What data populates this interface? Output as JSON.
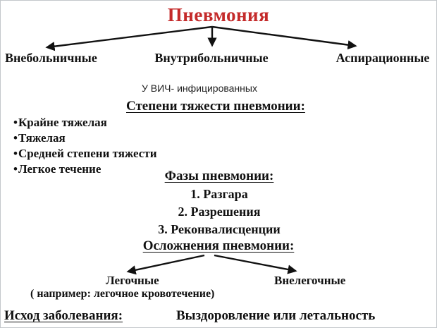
{
  "title": "Пневмония",
  "title_color": "#c42a2a",
  "arrow_color": "#111111",
  "top_branches": {
    "0": "Внебольничные",
    "1": "Внутрибольничные",
    "2": "Аспирационные"
  },
  "hiv_note": "У ВИЧ- инфицированных",
  "severity": {
    "heading": "Степени тяжести пневмонии:",
    "items": {
      "0": "Крайне тяжелая",
      "1": "Тяжелая",
      "2": "Средней степени тяжести",
      "3": "Легкое течение"
    }
  },
  "phases": {
    "heading": "Фазы пневмонии:",
    "items": {
      "0": "1. Разгара",
      "1": "2. Разрешения",
      "2": "3. Реконвалисценции"
    }
  },
  "complications": {
    "heading": "Осложнения пневмонии:",
    "left_branch": "Легочные",
    "right_branch": "Внелегочные",
    "example": "( например: легочное кровотечение)"
  },
  "outcome": {
    "heading": "Исход заболевания:",
    "value": "Выздоровление или летальность"
  }
}
